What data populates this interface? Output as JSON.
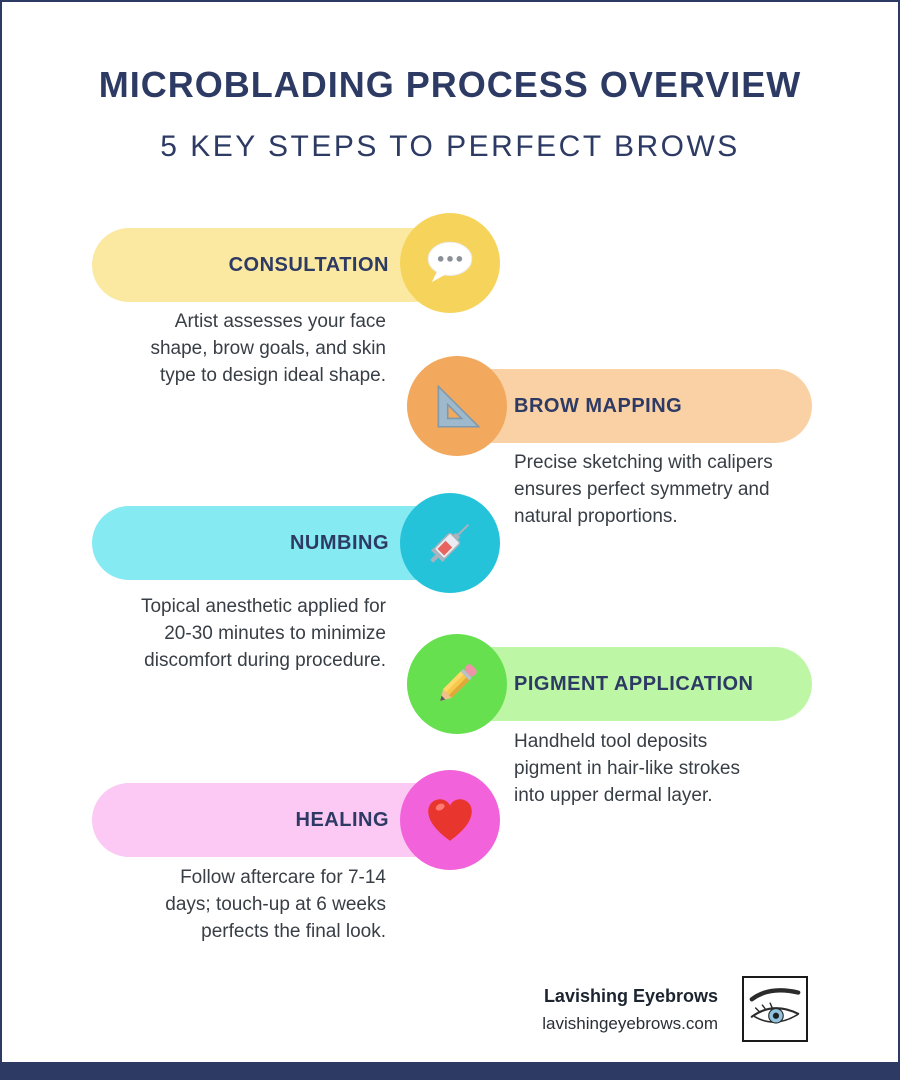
{
  "page": {
    "title": "MICROBLADING PROCESS OVERVIEW",
    "subtitle": "5 KEY STEPS TO PERFECT BROWS"
  },
  "steps": [
    {
      "label": "CONSULTATION",
      "description": "Artist assesses your face\nshape, brow goals, and skin\ntype to design ideal shape.",
      "icon": "speech-bubble-icon",
      "side": "left",
      "pill_color": "#FBE9A2",
      "circle_color": "#F6D45C"
    },
    {
      "label": "BROW MAPPING",
      "description": "Precise sketching with calipers\nensures perfect symmetry and\nnatural proportions.",
      "icon": "triangle-ruler-icon",
      "side": "right",
      "pill_color": "#FAD1A4",
      "circle_color": "#F2A95E"
    },
    {
      "label": "NUMBING",
      "description": "Topical anesthetic applied for\n20-30 minutes to minimize\ndiscomfort during procedure.",
      "icon": "syringe-icon",
      "side": "left",
      "pill_color": "#86EAF2",
      "circle_color": "#25C3DA"
    },
    {
      "label": "PIGMENT APPLICATION",
      "description": "Handheld tool deposits\npigment in hair-like strokes\ninto upper dermal layer.",
      "icon": "pencil-icon",
      "side": "right",
      "pill_color": "#BDF7A6",
      "circle_color": "#66E04E"
    },
    {
      "label": "HEALING",
      "description": "Follow aftercare for 7-14\ndays; touch-up at 6 weeks\nperfects the final look.",
      "icon": "heart-icon",
      "side": "left",
      "pill_color": "#FBC9F3",
      "circle_color": "#F263DB"
    }
  ],
  "footer": {
    "brand": "Lavishing Eyebrows",
    "website": "lavishingeyebrows.com",
    "logo": "eye-logo"
  },
  "colors": {
    "accent_navy": "#2D3A64",
    "text_dark": "#383E45",
    "background": "#FFFFFF"
  }
}
